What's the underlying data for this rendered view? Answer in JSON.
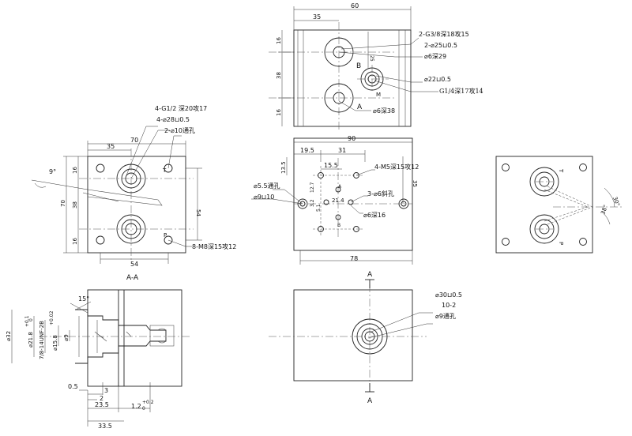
{
  "views": {
    "top": {
      "dims": {
        "w60": "60",
        "w35": "35",
        "h16a": "16",
        "h38": "38",
        "h16b": "16",
        "h25": "25"
      },
      "notes": [
        "2-G3/8深18攻15",
        "2-⌀25⊔0.5",
        "⌀6深29",
        "⌀22⊔0.5",
        "G1/4深17攻14",
        "⌀6深38"
      ],
      "labels": {
        "B": "B",
        "M": "M",
        "A": "A"
      }
    },
    "left": {
      "dims": {
        "w70": "70",
        "w35": "35",
        "h16a": "16",
        "h38": "38",
        "h16b": "16",
        "h70": "70",
        "h54": "54",
        "w54": "54",
        "angle": "9°"
      },
      "notes": [
        "4-G1/2 深20攻17",
        "4-⌀28⊔0.5",
        "2-⌀10通孔",
        "8-M8深15攻12"
      ],
      "labels": {
        "T": "T",
        "P": "P"
      },
      "caption": "A-A"
    },
    "center": {
      "dims": {
        "w90": "90",
        "w19_5": "19.5",
        "w31": "31",
        "w15_5": "15.5",
        "h13_5": "13.5",
        "h35": "35",
        "w78": "78",
        "d12_7": "12.7",
        "d3_2": "3.2",
        "d21_4": "21.4",
        "d5_1": "5.1"
      },
      "notes": [
        "4-M5深15攻12",
        "⌀5.5通孔",
        "⌀9⊔10",
        "3-⌀6斜孔",
        "⌀6深16"
      ],
      "labels": {
        "A": "A",
        "B": "B"
      }
    },
    "right": {
      "dims": {
        "a30": "30°",
        "a38": "38°"
      },
      "labels": {
        "T": "T",
        "P": "P"
      }
    },
    "section": {
      "dims": {
        "a15": "15°",
        "d32": "⌀32",
        "d21_8": "⌀21.8",
        "tol_plus": "+0.1",
        "tol_zero": "0",
        "thread": "7/8-14UNF-2B",
        "d15_8": "⌀15.8",
        "tol2_plus": "+0.02",
        "tol2_zero": "0",
        "d9": "⌀9",
        "w0_5": "0.5",
        "w3": "3",
        "w2": "2",
        "w23_5": "23.5",
        "w1_2": "1.2",
        "tol3_plus": "+0.2",
        "tol3_zero": "0",
        "w33_5": "33.5"
      }
    },
    "bottom": {
      "notes": [
        "⌀30⊔0.5",
        "10-2",
        "⌀9通孔"
      ],
      "labels": {
        "Atop": "A",
        "Abot": "A"
      }
    }
  }
}
